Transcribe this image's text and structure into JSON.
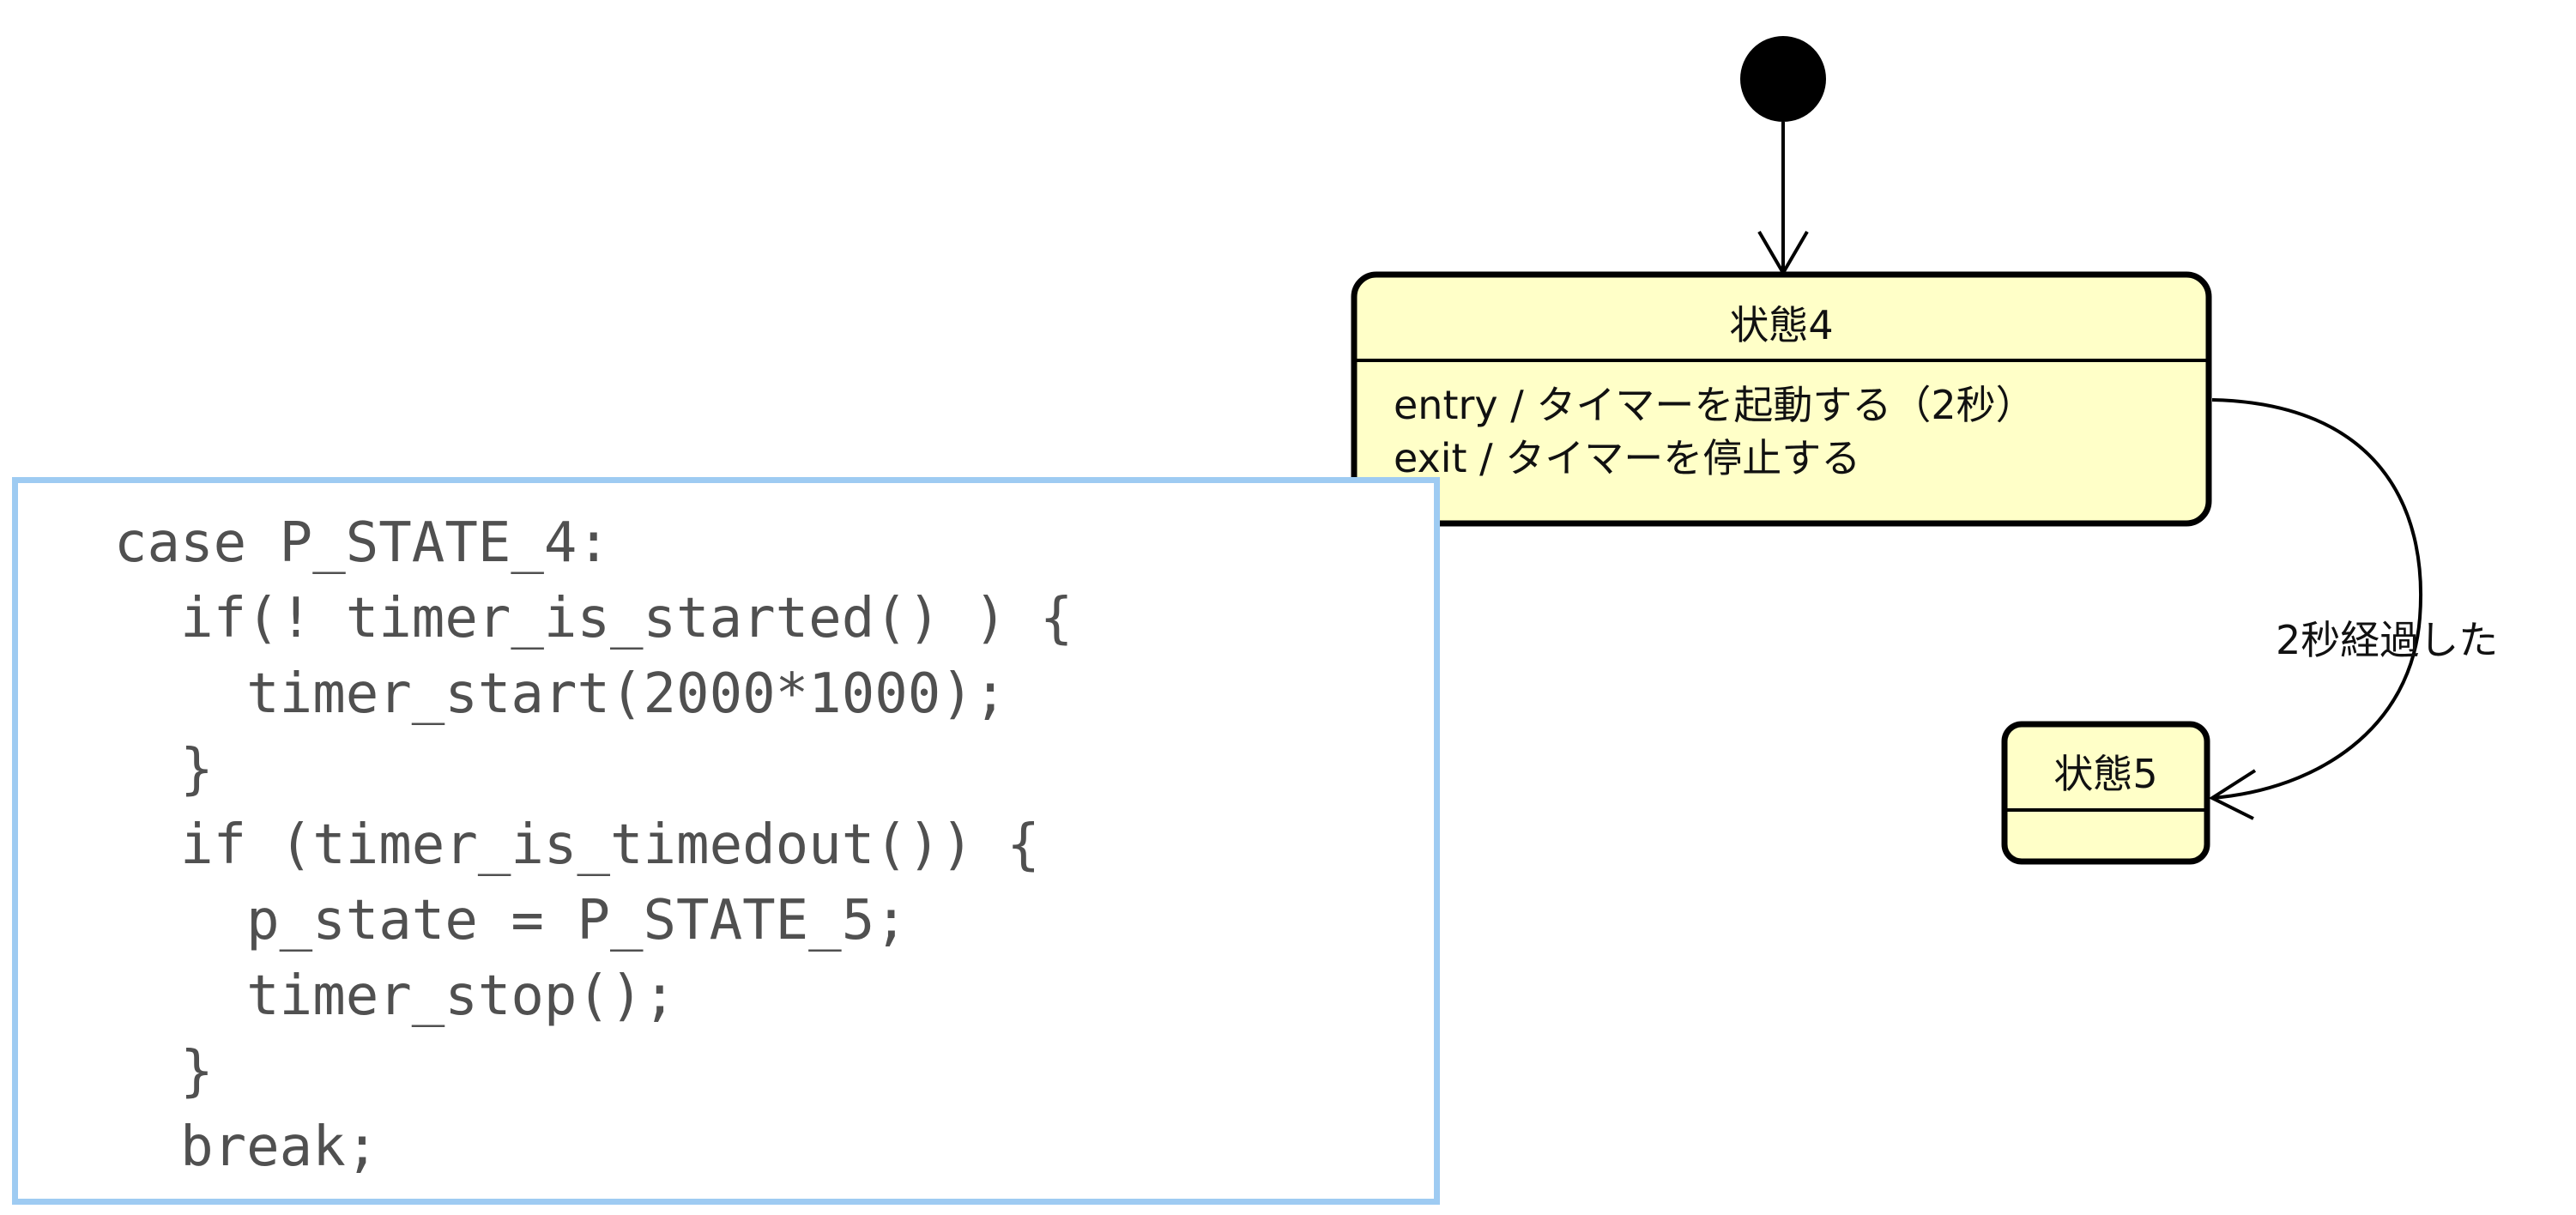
{
  "colors": {
    "state_fill": "#ffffc8",
    "state_stroke": "#000000",
    "code_border": "#9ecbf2",
    "code_text": "#505050"
  },
  "diagram": {
    "initial_node": "initial-pseudostate",
    "state4": {
      "title": "状態4",
      "activities": [
        "entry / タイマーを起動する（2秒）",
        "exit / タイマーを停止する"
      ]
    },
    "state5": {
      "title": "状態5"
    },
    "transition": {
      "label": "2秒経過した"
    }
  },
  "code": {
    "lines": [
      "case P_STATE_4:",
      "  if(! timer_is_started() ) {",
      "    timer_start(2000*1000);",
      "  }",
      "  if (timer_is_timedout()) {",
      "    p_state = P_STATE_5;",
      "    timer_stop();",
      "  }",
      "  break;"
    ]
  }
}
